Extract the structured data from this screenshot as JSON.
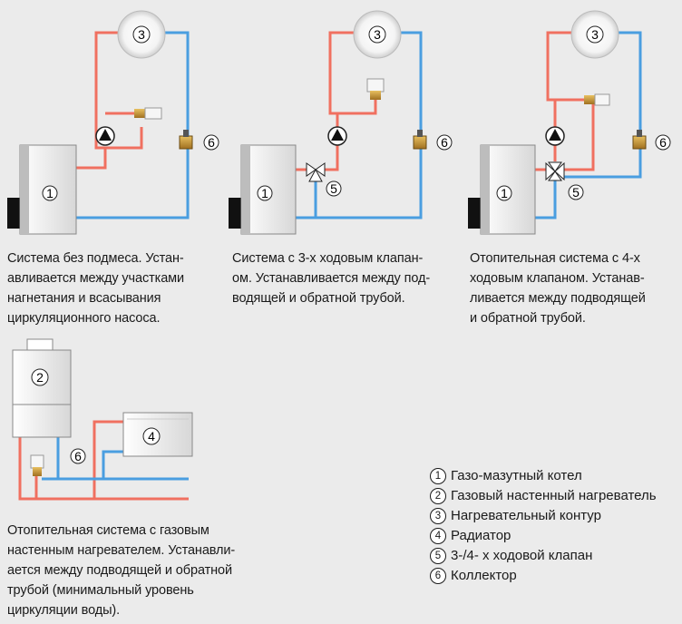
{
  "labels": {
    "boiler": "1",
    "wall_heater": "2",
    "circuit": "3",
    "radiator": "4",
    "valve": "5",
    "collector": "6"
  },
  "captions": {
    "system1": "Система без подмеса. Устан-\nавливается между участками\nнагнетания и всасывания\nциркуляционного насоса.",
    "system2": "Система с 3-х ходовым клапан-\nом. Устанавливается между под-\nводящей и обратной трубой.",
    "system3": "Отопительная система с 4-х\nходовым клапаном. Устанав-\nливается между подводящей\nи обратной трубой.",
    "system4": "Отопительная система с газовым\nнастенным нагревателем. Устанавли-\nается между подводящей и обратной\nтрубой (минимальный уровень\nциркуляции воды)."
  },
  "legend": [
    {
      "num": "1",
      "text": "Газо-мазутный котел"
    },
    {
      "num": "2",
      "text": "Газовый настенный нагреватель"
    },
    {
      "num": "3",
      "text": "Нагревательный контур"
    },
    {
      "num": "4",
      "text": "Радиатор"
    },
    {
      "num": "5",
      "text": "3-/4- х ходовой клапан"
    },
    {
      "num": "6",
      "text": "Коллектор"
    }
  ],
  "colors": {
    "supply": "#f07060",
    "return": "#4a9ee0",
    "background": "#ebebeb"
  }
}
